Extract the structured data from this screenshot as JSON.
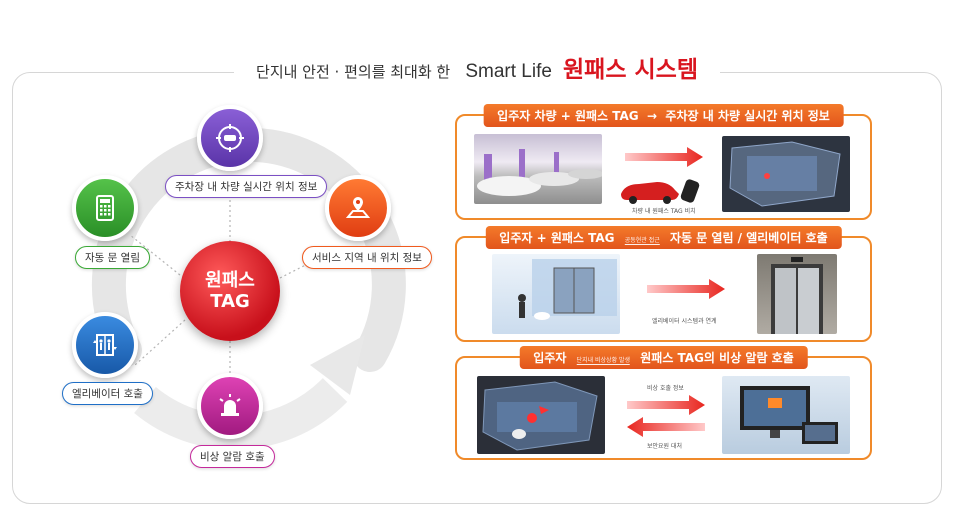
{
  "header": {
    "prefix": "단지내 안전 · 편의를 최대화 한",
    "smart": "Smart Life",
    "brand": "원패스 시스템"
  },
  "center": {
    "line1": "원패스",
    "line2": "TAG"
  },
  "nodes": {
    "parking": "주차장 내 차량 실시간 위치 정보",
    "service": "서비스 지역 내 위치 정보",
    "door": "자동 문 열림",
    "elevator": "엘리베이터 호출",
    "alarm": "비상 알람 호출"
  },
  "panels": {
    "p1": {
      "title_a": "입주자 차량 + 원패스 TAG",
      "title_arrow": "→",
      "title_b": "주차장 내 차량 실시간 위치 정보",
      "caption": "차량 내 원패스 TAG 비치"
    },
    "p2": {
      "title_a": "입주자 + 원패스 TAG",
      "title_small": "공동현관 접근",
      "title_b": "자동 문 열림 / 엘리베이터 호출",
      "caption": "엘리베이터 시스템과 연계"
    },
    "p3": {
      "title_a": "입주자",
      "title_small": "단지내 비상상황 발생",
      "title_b": "원패스 TAG의 비상 알람 호출",
      "caption_top": "비상 호출 정보",
      "caption_bottom": "보안요원 대처"
    }
  },
  "colors": {
    "brand_red": "#d9151f",
    "panel_orange": "#f08a2a",
    "purple": "#7b4fc4",
    "orange": "#f05a1e",
    "green": "#3aa936",
    "blue": "#1f6fc7",
    "magenta": "#c4299b"
  },
  "icons": [
    "car-target-icon",
    "map-pin-icon",
    "keypad-icon",
    "elevator-icon",
    "siren-icon"
  ]
}
